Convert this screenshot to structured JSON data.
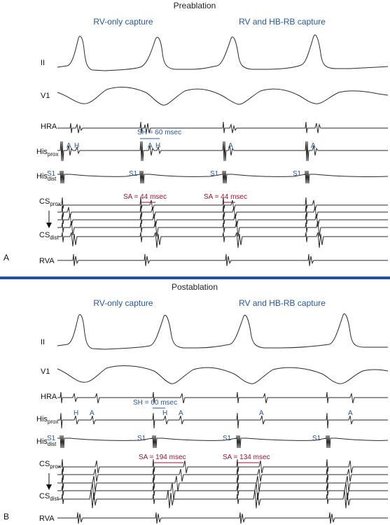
{
  "colors": {
    "annotation_blue": "#2457a8",
    "annotation_red": "#a3122d",
    "divider": "#1f4fa8",
    "trace": "#2a2a2a"
  },
  "panels": [
    {
      "letter": "A",
      "title": "Preablation",
      "capture_left": "RV-only capture",
      "capture_right": "RV and HB-RB capture",
      "channels": [
        "II",
        "V1",
        "HRA",
        "His",
        "His",
        "CS",
        "CS",
        "RVA"
      ],
      "channel_subs": [
        "",
        "",
        "",
        "prox",
        "dist",
        "prox",
        "dist",
        ""
      ],
      "sh_label": "SH = 60 msec",
      "sa_labels": [
        "SA = 44 msec",
        "SA = 44 msec"
      ],
      "his_prox_marks": [
        "A",
        "H",
        "A",
        "H",
        "A",
        "A"
      ],
      "stim_marks": [
        "S1",
        "S1",
        "S1",
        "S1"
      ]
    },
    {
      "letter": "B",
      "title": "Postablation",
      "capture_left": "RV-only capture",
      "capture_right": "RV and HB-RB capture",
      "channels": [
        "II",
        "V1",
        "HRA",
        "His",
        "His",
        "CS",
        "CS",
        "RVA"
      ],
      "channel_subs": [
        "",
        "",
        "",
        "prox",
        "dist",
        "prox",
        "dist",
        ""
      ],
      "sh_label": "SH = 60 msec",
      "sa_labels": [
        "SA = 194 msec",
        "SA = 134 msec"
      ],
      "his_prox_marks": [
        "H",
        "A",
        "H",
        "A",
        "A",
        "A"
      ],
      "stim_marks": [
        "S1",
        "S1",
        "S1",
        "S1"
      ]
    }
  ]
}
